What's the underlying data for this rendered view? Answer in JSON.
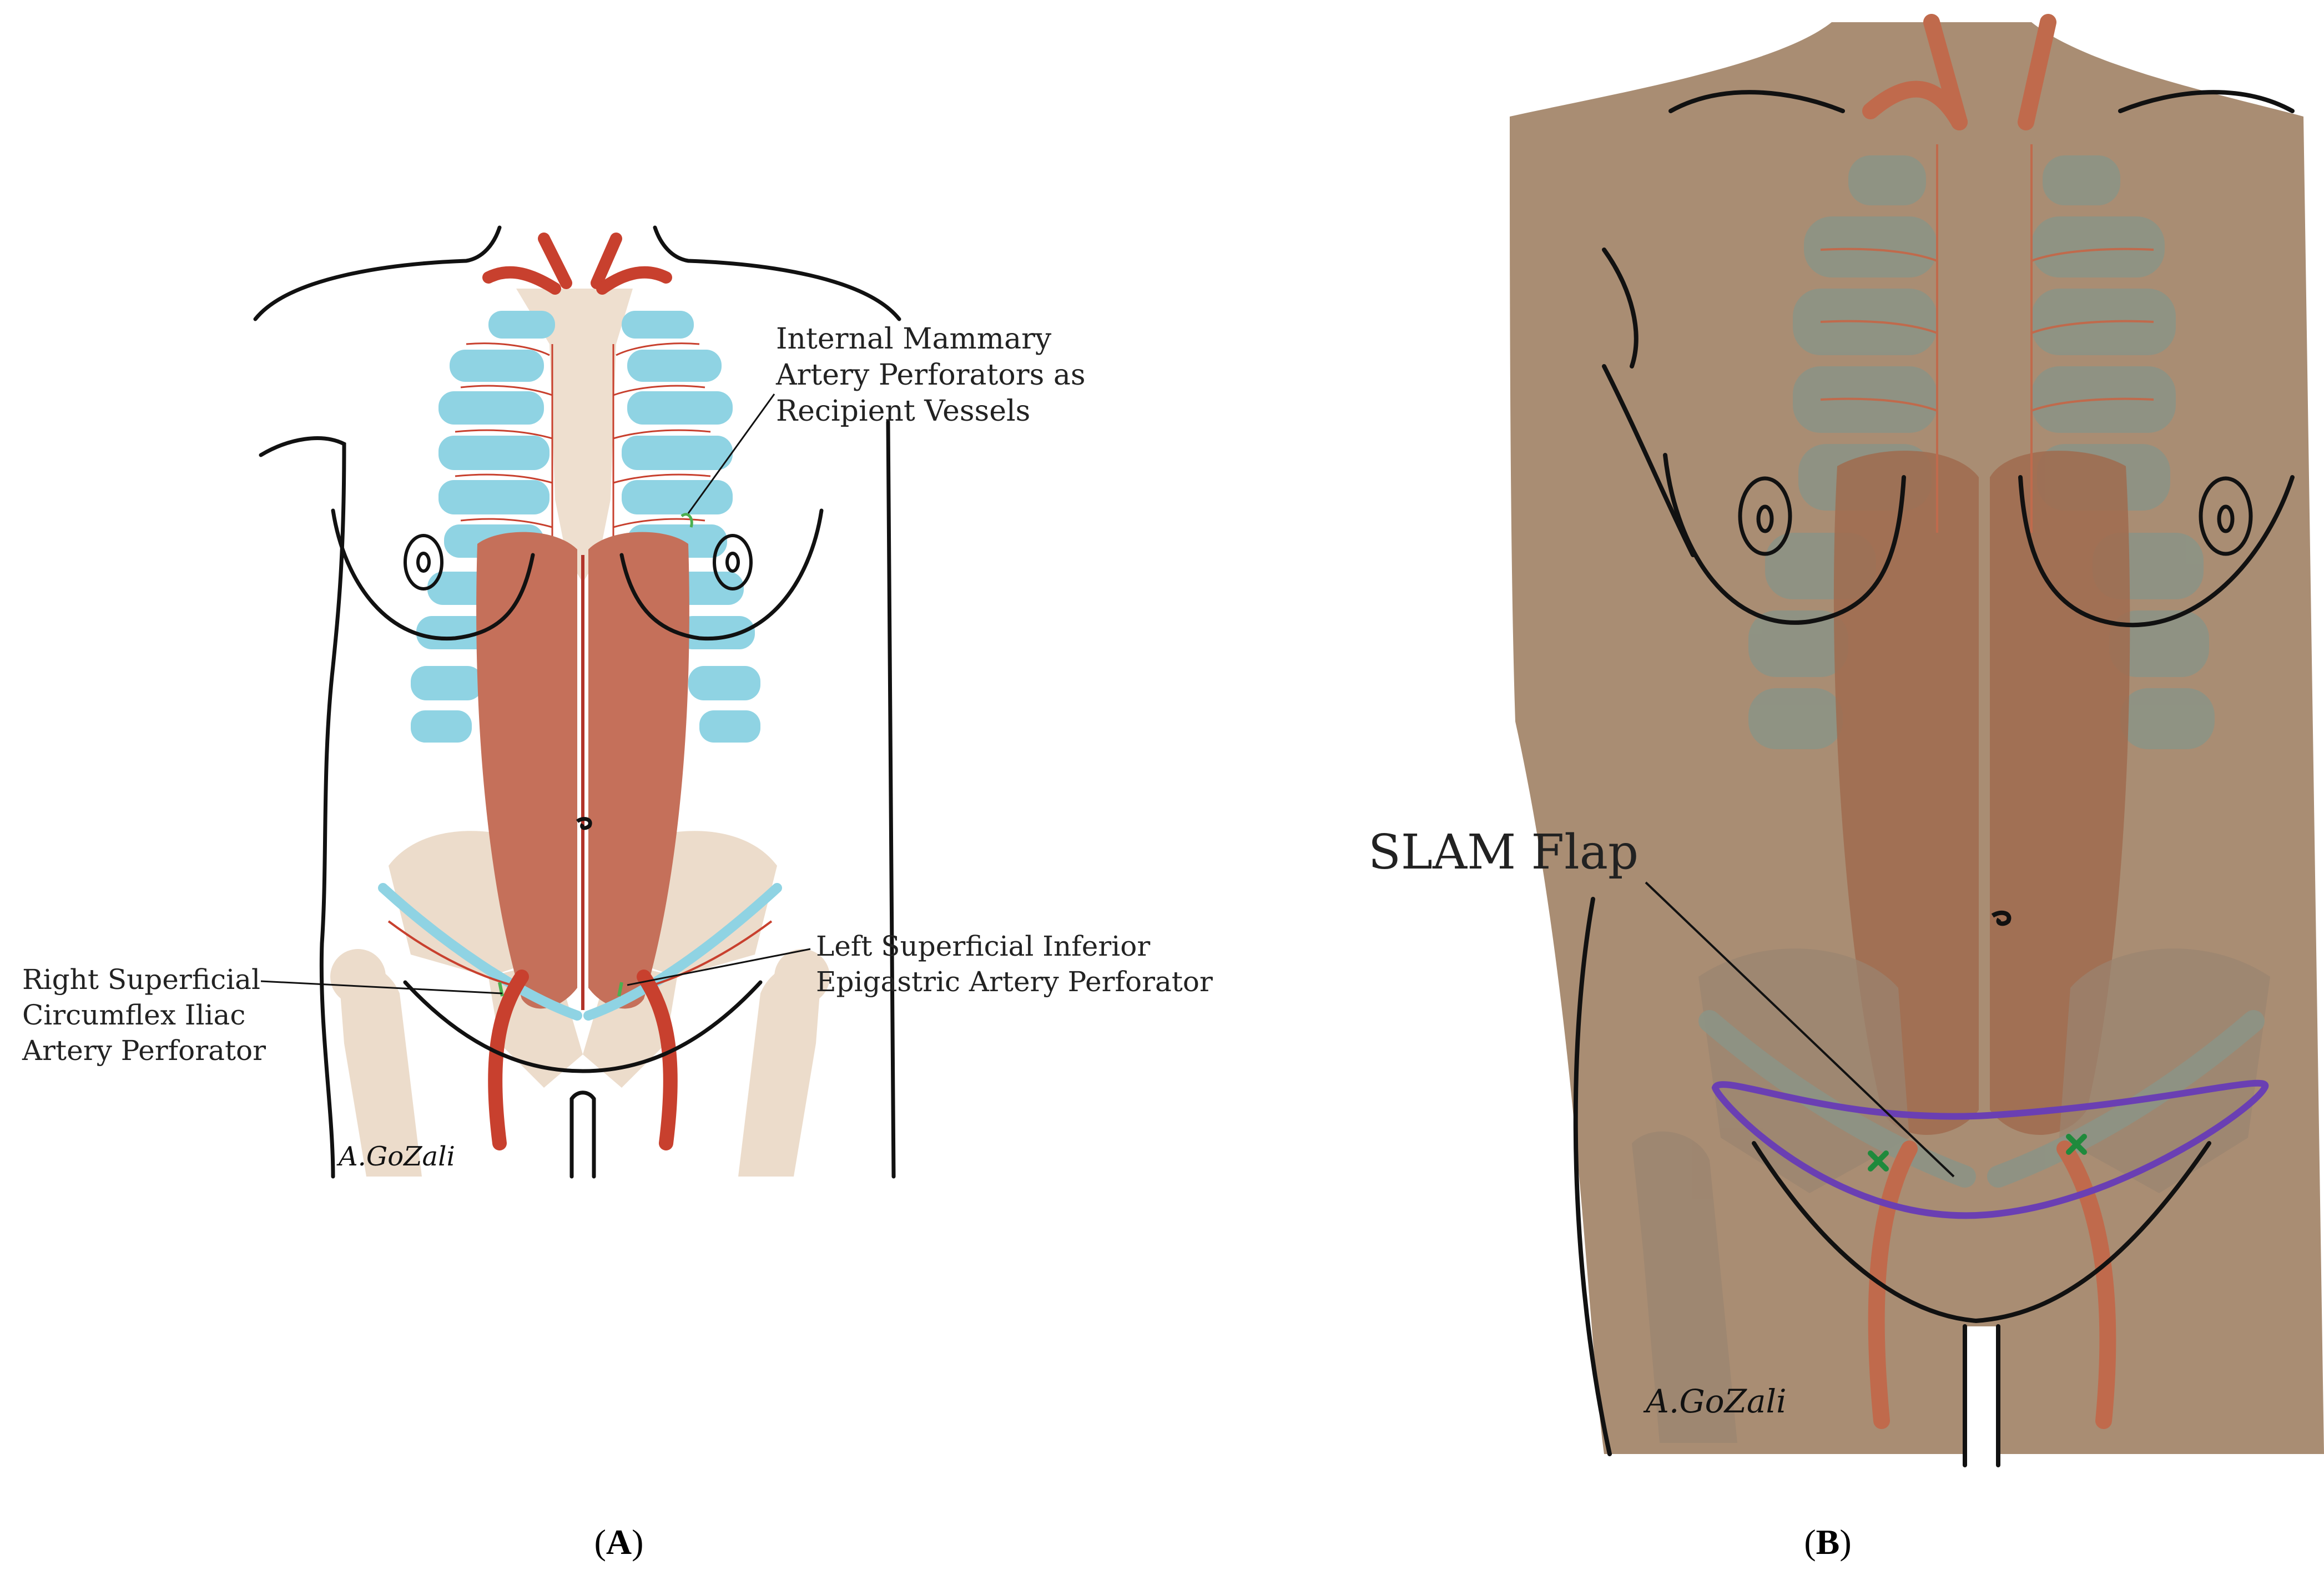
{
  "panel_a": {
    "label_open": "(",
    "label_letter": "A",
    "label_close": ")",
    "signature": "A.GoZali",
    "callouts": {
      "internal_mammary": [
        "Internal Mammary",
        "Artery Perforators as",
        "Recipient Vessels"
      ],
      "right_scia": [
        "Right Superficial",
        "Circumflex Iliac",
        "Artery Perforator"
      ],
      "left_siea": [
        "Left Superficial Inferior",
        "Epigastric Artery Perforator"
      ]
    }
  },
  "panel_b": {
    "label_open": "(",
    "label_letter": "B",
    "label_close": ")",
    "signature": "A.GoZali",
    "callouts": {
      "slam_flap": "SLAM Flap"
    }
  },
  "colors": {
    "outline": "#111111",
    "rib": "#8fd3e3",
    "sternum": "#eedfcf",
    "pelvis_bone": "#ecdccb",
    "muscle": "#c5705a",
    "artery": "#c8402e",
    "perforator": "#4caf50",
    "skin": "#a98d73",
    "skin_rib": "#8b9486",
    "flap_outline": "#6a3fb3",
    "marker": "#1f8a3c"
  }
}
